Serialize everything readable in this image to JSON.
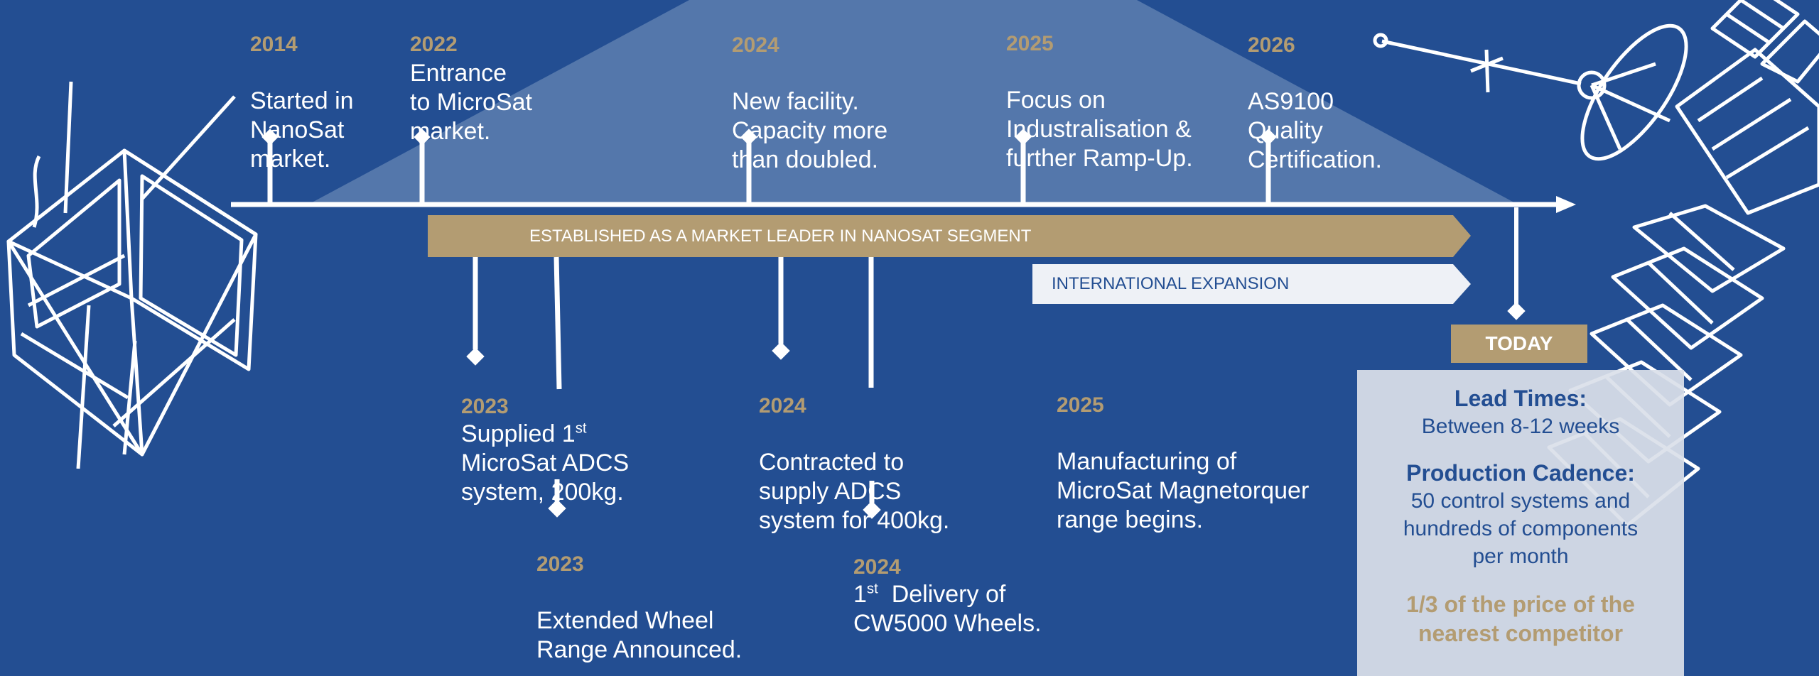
{
  "top_events": [
    {
      "year": "2014",
      "text": "Started in\nNanoSat\nmarket."
    },
    {
      "year": "2022",
      "text": "Entrance\nto MicroSat\nmarket."
    },
    {
      "year": "2024",
      "text": "New facility.\nCapacity more\nthan doubled."
    },
    {
      "year": "2025",
      "text": "Focus on\nIndustralisation &\nfurther Ramp-Up."
    },
    {
      "year": "2026",
      "text": "AS9100\nQuality\nCertification."
    }
  ],
  "bottom_events": [
    {
      "year": "2023",
      "line1": "Supplied 1",
      "sup": "st",
      "rest": "MicroSat ADCS\nsystem, 200kg."
    },
    {
      "year": "2024",
      "text": "Contracted to\nsupply ADCS\nsystem for 400kg."
    },
    {
      "year": "2025",
      "text": "Manufacturing of\nMicroSat Magnetorquer\nrange begins."
    },
    {
      "year": "2023",
      "text": "Extended Wheel\nRange Announced."
    },
    {
      "year": "2024",
      "pre": "1",
      "sup": "st",
      "line1": "  Delivery of",
      "rest": "CW5000 Wheels."
    }
  ],
  "bars": {
    "market_leader": "ESTABLISHED AS A MARKET LEADER IN NANOSAT SEGMENT",
    "international": "INTERNATIONAL EXPANSION"
  },
  "today": {
    "label": "TODAY",
    "lead_times_title": "Lead Times:",
    "lead_times_value": "Between 8-12 weeks",
    "cadence_title": "Production Cadence:",
    "cadence_value": "50 control systems and\nhundreds of components\nper month",
    "price_note": "1/3 of the price of the\nnearest competitor"
  },
  "colors": {
    "background": "#234e92",
    "gold": "#b39c72",
    "white": "#ffffff",
    "panel": "#dae0ea",
    "triangle": "#5477ab"
  },
  "icons": [
    "cubesat-icon",
    "satellite-icon"
  ]
}
